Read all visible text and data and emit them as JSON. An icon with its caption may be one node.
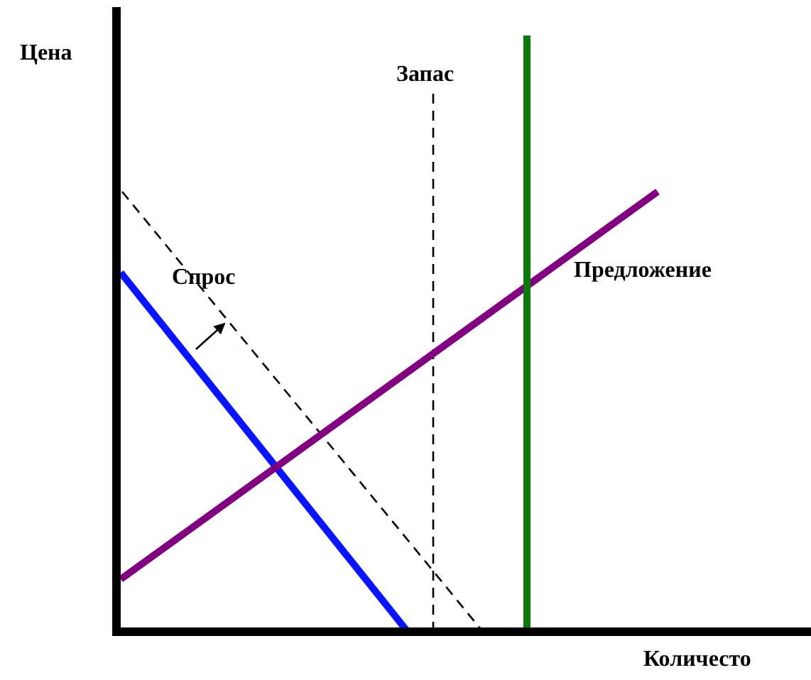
{
  "diagram": {
    "labels": [
      "Цена",
      "Запас",
      "Спрос",
      "Предложение",
      "Количесто"
    ]
  }
}
